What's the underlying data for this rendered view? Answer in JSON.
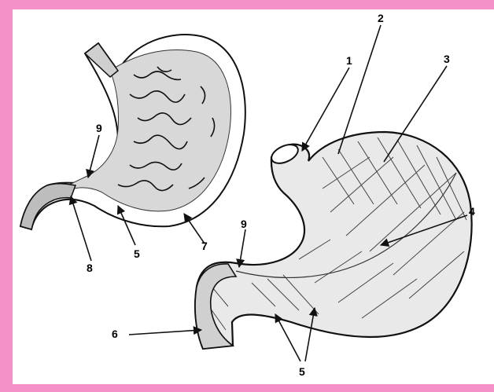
{
  "colors": {
    "frame": "#f590c8",
    "ink": "#111111",
    "fill": "#e9e9e9"
  },
  "labels": {
    "n1": "1",
    "n2": "2",
    "n3": "3",
    "n4": "4",
    "n5_left": "5",
    "n5_right": "5",
    "n6": "6",
    "n7": "7",
    "n8": "8",
    "n9_left": "9",
    "n9_right": "9"
  }
}
